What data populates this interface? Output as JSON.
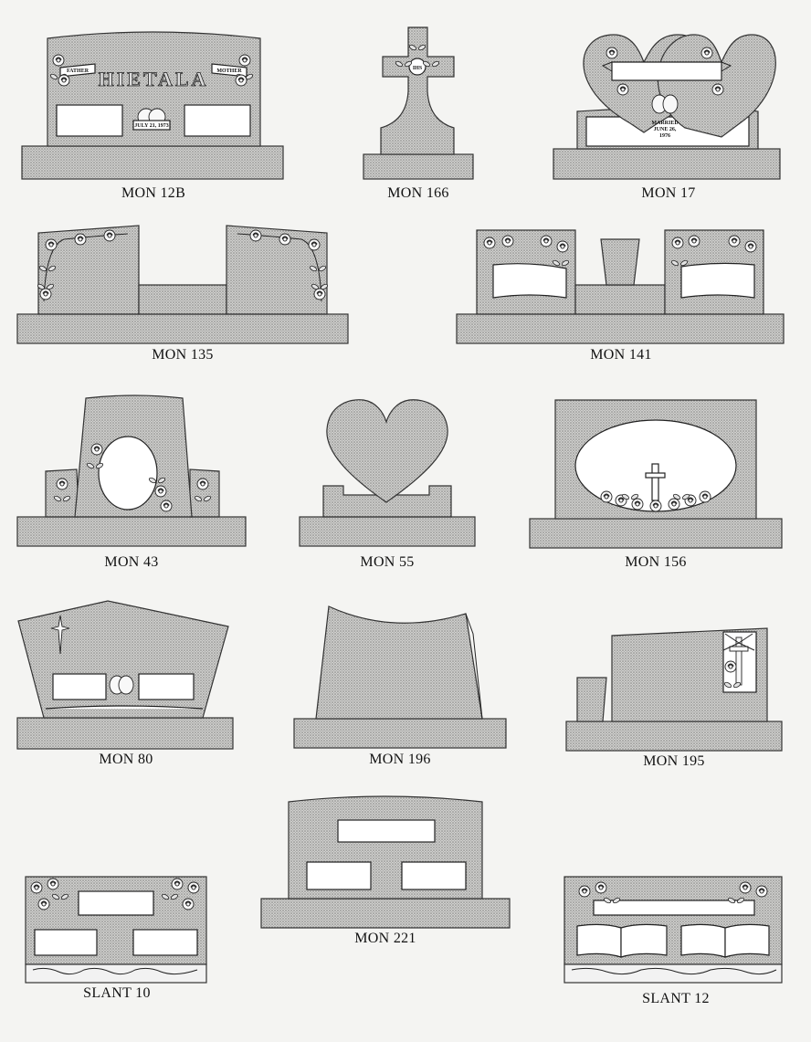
{
  "monuments": [
    {
      "id": "mon-12b",
      "label": "MON 12B",
      "engraving": "HIETALA",
      "date_text": "JULY 21, 1973",
      "ribbon_left": "FATHER",
      "ribbon_right": "MOTHER"
    },
    {
      "id": "mon-166",
      "label": "MON 166",
      "emblem": "IHS"
    },
    {
      "id": "mon-17",
      "label": "MON 17",
      "inscription": [
        "MARRIED",
        "JUNE 26,",
        "1976"
      ]
    },
    {
      "id": "mon-135",
      "label": "MON 135"
    },
    {
      "id": "mon-141",
      "label": "MON 141"
    },
    {
      "id": "mon-43",
      "label": "MON 43"
    },
    {
      "id": "mon-55",
      "label": "MON 55"
    },
    {
      "id": "mon-156",
      "label": "MON 156"
    },
    {
      "id": "mon-80",
      "label": "MON 80"
    },
    {
      "id": "mon-196",
      "label": "MON 196"
    },
    {
      "id": "mon-195",
      "label": "MON 195"
    },
    {
      "id": "slant-10",
      "label": "SLANT 10"
    },
    {
      "id": "mon-221",
      "label": "MON 221"
    },
    {
      "id": "slant-12",
      "label": "SLANT 12"
    }
  ]
}
